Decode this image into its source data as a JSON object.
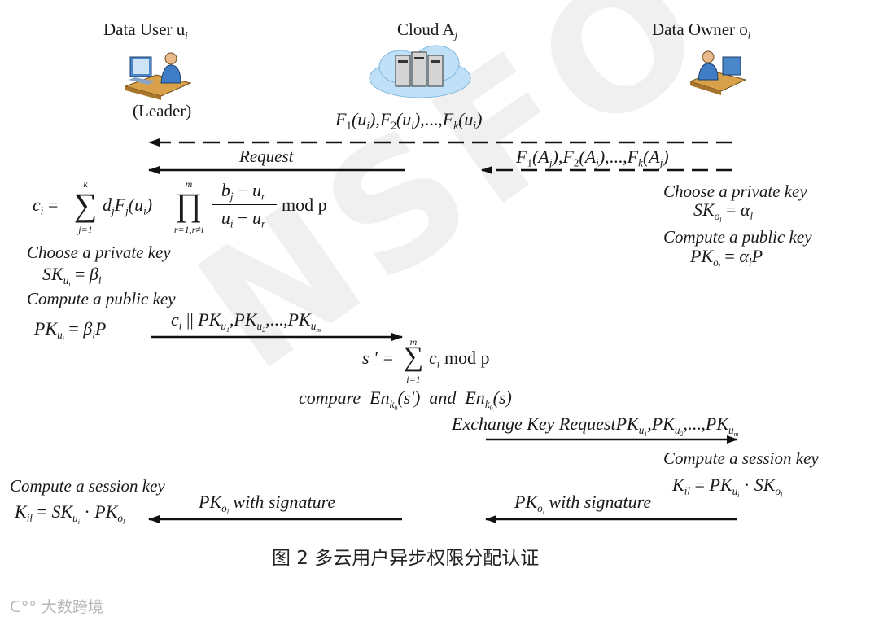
{
  "actors": {
    "user": "Data User  u",
    "user_sub": "i",
    "user_role": "(Leader)",
    "cloud": "Cloud  A",
    "cloud_sub": "j",
    "owner": "Data Owner  o",
    "owner_sub": "l"
  },
  "messages": {
    "request": "Request",
    "choose_private_key": "Choose a  private key",
    "compute_public_key": "Compute a  public key",
    "compare": "compare",
    "and": "and",
    "exchange_key_request": "Exchange Key Request",
    "compute_session_key": "Compute a  session key",
    "with_signature": "with signature"
  },
  "math": {
    "F": "F",
    "u": "u",
    "A": "A",
    "ellipsis": ",...,",
    "c": "c",
    "sum_top": "k",
    "sum_bottom": "j=1",
    "prod_top": "m",
    "prod_bottom": "r=1,r≠i",
    "mod_p": "mod p",
    "SK": "SK",
    "PK": "PK",
    "K": "K",
    "alpha": "α",
    "beta": "β",
    "P": "P",
    "s_prime": "s ' =",
    "sum2_top": "m",
    "sum2_bottom": "i=1",
    "En": "En",
    "k0": "k",
    "dot": "·"
  },
  "caption": "图 2  多云用户异步权限分配认证",
  "watermark": "NSFO",
  "footer_logo": "大数跨境"
}
